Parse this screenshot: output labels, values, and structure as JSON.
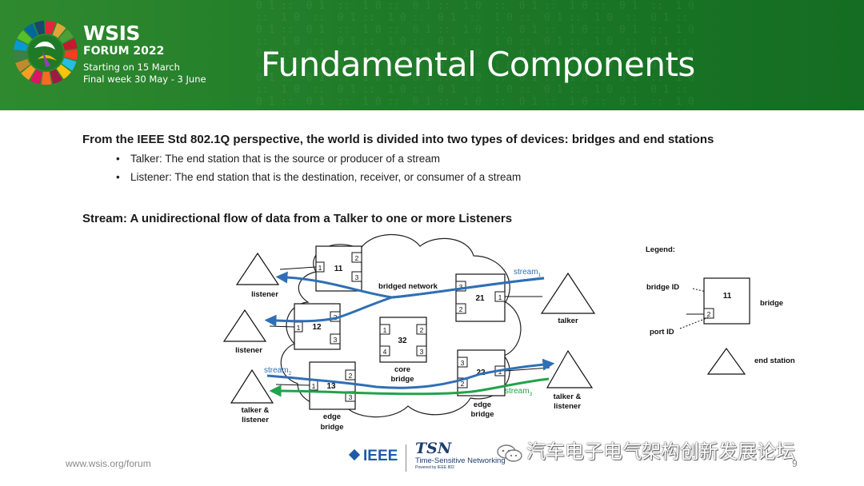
{
  "header": {
    "logo": {
      "wsis": "WSIS",
      "forum": "FORUM 2022",
      "starting": "Starting on 15 March",
      "final_week": "Final week 30 May - 3 June"
    },
    "title": "Fundamental Components"
  },
  "body": {
    "heading": "From the IEEE Std 802.1Q perspective, the world is divided into two types of devices: bridges and end stations",
    "bullets": [
      "Talker: The end station that is the source or producer of a stream",
      "Listener: The end station that is the destination, receiver, or consumer of a stream"
    ],
    "stream_definition": "Stream:  A unidirectional flow of data from a Talker to one or more Listeners"
  },
  "diagram": {
    "network_label": "bridged network",
    "bridges": [
      {
        "id": "11",
        "ports": [
          "1",
          "2",
          "3"
        ]
      },
      {
        "id": "12",
        "ports": [
          "1",
          "2",
          "3"
        ]
      },
      {
        "id": "13",
        "ports": [
          "1",
          "2",
          "3"
        ],
        "caption": [
          "edge",
          "bridge"
        ]
      },
      {
        "id": "21",
        "ports": [
          "1",
          "2",
          "3"
        ]
      },
      {
        "id": "22",
        "ports": [
          "1",
          "2",
          "3"
        ],
        "caption": [
          "edge",
          "bridge"
        ]
      },
      {
        "id": "32",
        "ports": [
          "1",
          "2",
          "3",
          "4"
        ],
        "caption": [
          "core",
          "bridge"
        ]
      }
    ],
    "end_stations": {
      "listener_top": "listener",
      "listener_mid": "listener",
      "talker_listener_left": [
        "talker &",
        "listener"
      ],
      "talker_right": "talker",
      "talker_listener_right": [
        "talker &",
        "listener"
      ]
    },
    "streams": [
      {
        "name": "stream",
        "sub": "1",
        "color": "#2f6fb5"
      },
      {
        "name": "stream",
        "sub": "2",
        "color": "#2f6fb5"
      },
      {
        "name": "stream",
        "sub": "3",
        "color": "#22a24a"
      }
    ]
  },
  "legend": {
    "title": "Legend:",
    "bridge_id": "bridge ID",
    "port_id": "port ID",
    "bridge": "bridge",
    "end_station": "end station",
    "sample_bridge_id": "11",
    "sample_port": "2"
  },
  "footer": {
    "url": "www.wsis.org/forum",
    "ieee": "IEEE",
    "tsn_mark": "TSN",
    "tsn_name": "Time-Sensitive Networking",
    "tsn_powered": "Powered by IEEE 802",
    "page": "9"
  },
  "watermark": "汽车电子电气架构创新发展论坛",
  "colors": {
    "banner": "#1f7a28",
    "stream_blue": "#2f6fb5",
    "stream_green": "#22a24a"
  }
}
